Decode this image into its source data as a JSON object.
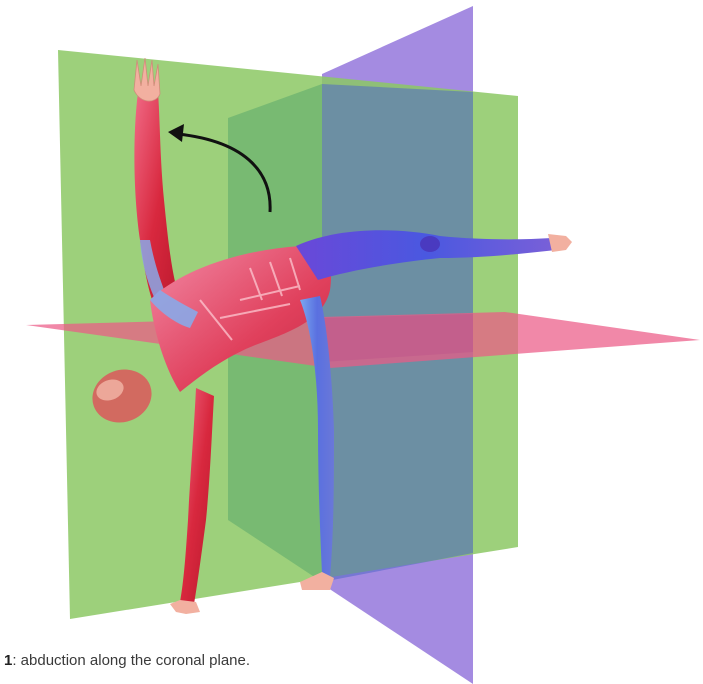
{
  "caption": {
    "number": "1",
    "text": ": abduction along the coronal plane."
  },
  "figure": {
    "subject": "anatomical-figure-abduction",
    "planes": {
      "coronal_color": "#8cc864",
      "sagittal_color": "#8a6ad8",
      "transverse_color": "#ec5a86"
    },
    "arrow_icon": "curved-arrow-icon"
  }
}
